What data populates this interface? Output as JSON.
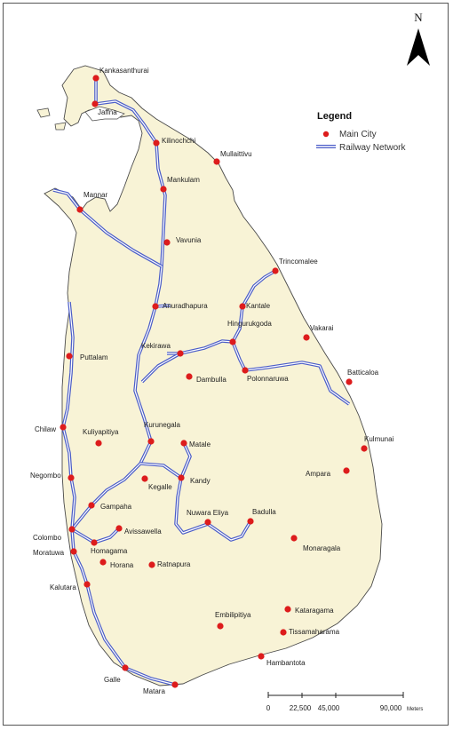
{
  "north_label": "N",
  "legend": {
    "title": "Legend",
    "items": [
      {
        "label": "Main City",
        "symbol": "red-dot"
      },
      {
        "label": "Railway Network",
        "symbol": "double-blue-line"
      }
    ]
  },
  "colors": {
    "land": "#f8f3d6",
    "coast": "#4a4a4a",
    "city": "#dd1c1c",
    "rail_outer": "#4b5dc8",
    "rail_inner": "#ffffff"
  },
  "scale_bar": {
    "labels": [
      "0",
      "22,500",
      "45,000",
      "90,000"
    ],
    "unit": "Meters"
  },
  "cities": [
    {
      "name": "Kankasanthurai"
    },
    {
      "name": "Jaffna"
    },
    {
      "name": "Kilinochchi"
    },
    {
      "name": "Mullaittivu"
    },
    {
      "name": "Mannar"
    },
    {
      "name": "Mankulam"
    },
    {
      "name": "Vavunia"
    },
    {
      "name": "Trincomalee"
    },
    {
      "name": "Anuradhapura"
    },
    {
      "name": "Kantale"
    },
    {
      "name": "Vakarai"
    },
    {
      "name": "Hingurukgoda"
    },
    {
      "name": "Kekirawa"
    },
    {
      "name": "Puttalam"
    },
    {
      "name": "Polonnaruwa"
    },
    {
      "name": "Dambulla"
    },
    {
      "name": "Batticaloa"
    },
    {
      "name": "Chilaw"
    },
    {
      "name": "Kurunegala"
    },
    {
      "name": "Kuliyapitiya"
    },
    {
      "name": "Matale"
    },
    {
      "name": "Kulmunai"
    },
    {
      "name": "Negombo"
    },
    {
      "name": "Ampara"
    },
    {
      "name": "Kegalle"
    },
    {
      "name": "Kandy"
    },
    {
      "name": "Gampaha"
    },
    {
      "name": "Nuwara Eliya"
    },
    {
      "name": "Badulla"
    },
    {
      "name": "Colombo"
    },
    {
      "name": "Avissawella"
    },
    {
      "name": "Homagama"
    },
    {
      "name": "Moratuwa"
    },
    {
      "name": "Monaragala"
    },
    {
      "name": "Horana"
    },
    {
      "name": "Ratnapura"
    },
    {
      "name": "Kalutara"
    },
    {
      "name": "Kataragama"
    },
    {
      "name": "Embilipitiya"
    },
    {
      "name": "Tissamaharama"
    },
    {
      "name": "Hambantota"
    },
    {
      "name": "Galle"
    },
    {
      "name": "Matara"
    }
  ]
}
